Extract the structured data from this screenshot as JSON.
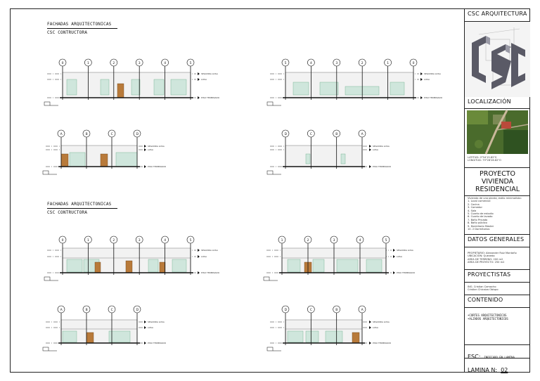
{
  "sections": [
    {
      "title": "FACHADAS ARQUITECTONICAS",
      "subtitle": "CSC CONTRUCTORA"
    },
    {
      "title": "FACHADAS ARQUITECTONICAS",
      "subtitle": "CSC CONTRUCTORA"
    }
  ],
  "levels": {
    "top": "SEGUNDA LOSA",
    "mid": "LOSA",
    "bottom": "PISO TERMINADO"
  },
  "axes": {
    "numeric": [
      "0",
      "1",
      "2",
      "3",
      "4",
      "5"
    ],
    "numeric_rev": [
      "5",
      "4",
      "3",
      "2",
      "1",
      "0"
    ],
    "alpha": [
      "A",
      "B",
      "C",
      "D"
    ],
    "alpha_rev": [
      "D",
      "C",
      "B",
      "A"
    ],
    "numeric_b": [
      "1",
      "2",
      "3",
      "4",
      "5"
    ]
  },
  "title_block": {
    "company": "CSC ARQUITECTURA",
    "location_header": "LOCALIZACIÓN",
    "coords": [
      "LATITUD: 0°54'15.82\"S",
      "LONGITUD: 79°28'26.82\"O"
    ],
    "project_title": "PROYECTO VIVIENDA RESIDENCIAL",
    "program_intro": "Vivienda de una planta, estilo minimalista:",
    "program": [
      "1. Local comercial",
      "2. Cocina",
      "3. Comedor",
      "4. Sala",
      "5. Cuarto de estudio",
      "6. Cuarto de lavado",
      "7. Baño Privado",
      "8. Baño público",
      "9. Dormitorio Master",
      "10. 2 Dormitorios"
    ],
    "general_header": "DATOS GENERALES",
    "general_lines": [
      "PROPIETARIO: Alexander Ruiz Montaño",
      "UBICACIÓN: Quevedo",
      "AREA DE TERRENO: 200 m2",
      "AREA DE PROYECTO: 250 m2"
    ],
    "designers_header": "PROYECTISTAS",
    "designers": [
      "ING. Cristian Camacho",
      "Cristian Chicaiza Obispo"
    ],
    "content_header": "CONTENIDO",
    "content_items": [
      "•CORTES ARQUITECTONICOS",
      "•ALZADOS ARQUITECTONICOS"
    ],
    "scale_label": "ESC:",
    "scale_value": "INDICADO EN LAMINA",
    "sheet_label": "LAMINA N:",
    "sheet_number": "02"
  }
}
